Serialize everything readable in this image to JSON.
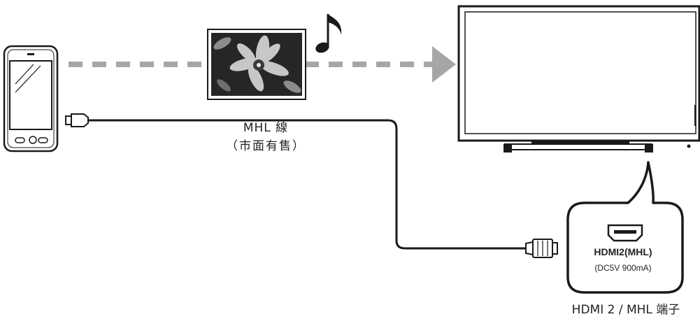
{
  "cable": {
    "label": "MHL 線",
    "note": "（市面有售）"
  },
  "port": {
    "name": "HDMI2(MHL)",
    "spec": "(DC5V 900mA)",
    "caption": "HDMI 2 / MHL 端子"
  },
  "colors": {
    "stream_arrow": "#a6a6a6",
    "outline": "#1a1a1a",
    "screen_bg": "#ffffff"
  },
  "icons": [
    "smartphone-icon",
    "photo-icon",
    "music-note-icon",
    "tv-icon",
    "hdmi-port-icon",
    "micro-usb-plug-icon",
    "hdmi-plug-icon"
  ]
}
